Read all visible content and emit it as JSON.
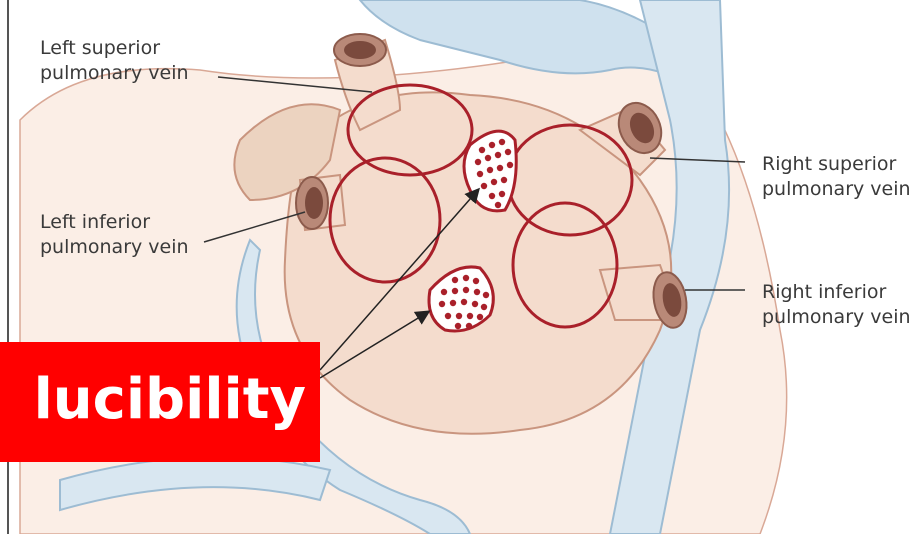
{
  "labels": {
    "left_superior": [
      "Left superior",
      "pulmonary vein"
    ],
    "left_inferior": [
      "Left inferior",
      "pulmonary vein"
    ],
    "right_superior": [
      "Right superior",
      "pulmonary vein"
    ],
    "right_inferior": [
      "Right inferior",
      "pulmonary vein"
    ]
  },
  "banner": {
    "text": "lucibility",
    "color": "#ff0000"
  },
  "colors": {
    "tissue": "#f4dccd",
    "tissue_shadow": "#e8c4b0",
    "vessel_blue": "#cfe1ee",
    "vessel_blue_edge": "#9dbcd3",
    "lesion_red": "#a9202a",
    "outline": "#8c5b4c"
  }
}
